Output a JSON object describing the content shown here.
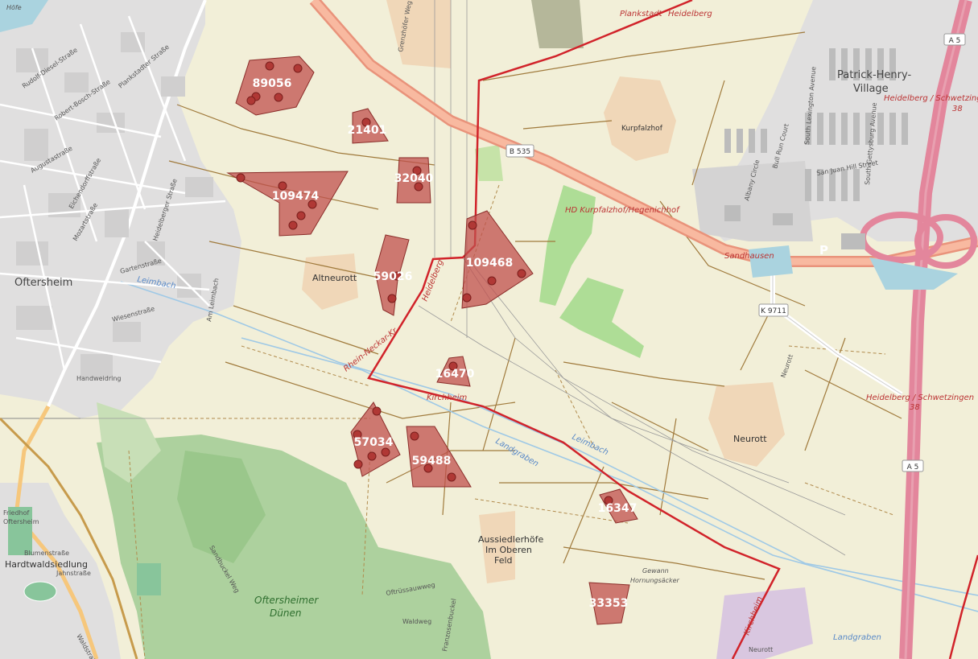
{
  "map": {
    "labels": {
      "oftersheim": "Oftersheim",
      "altneurott": "Altneurott",
      "neurott": "Neurott",
      "patrick_1": "Patrick-Henry-",
      "patrick_2": "Village",
      "aussiedler_1": "Aussiedlerhöfe",
      "aussiedler_2": "Im Oberen",
      "aussiedler_3": "Feld",
      "kurpfalzhof": "Kurpfalzhof",
      "kurpfalzhof_hegenich": "HD Kurpfalzhof/Hegenichhof",
      "sandhausen": "Sandhausen",
      "plankstadt": "Plankstadt",
      "heidelberg_top": "Heidelberg",
      "heidelberg_vertical": "Heidelberg",
      "kirchheim": "Kirchheim",
      "kirchheim2": "Kirchheim",
      "rhein_neckar": "Rhein-Neckar-Kr.",
      "hd_schwetzingen_1": "Heidelberg / Schwetzingen",
      "hd_schwetzingen_1b": "38",
      "hd_schwetzingen_2": "Heidelberg / Schwetzingen",
      "hd_schwetzingen_2b": "38",
      "b535": "B 535",
      "k9711": "K 9711",
      "a5_top": "A 5",
      "a5_bottom": "A 5",
      "leimbach_1": "Leimbach",
      "leimbach_2": "Leimbach",
      "landgraben_1": "Landgraben",
      "landgraben_2": "Landgraben",
      "oftersheimer_1": "Oftersheimer",
      "oftersheimer_2": "Dünen",
      "gewann_1": "Gewann",
      "gewann_2": "Hornungsäcker",
      "hardtwaldsiedlung": "Hardtwaldsiedlung",
      "hofe": "Höfe",
      "friedhof_1": "Friedhof",
      "friedhof_2": "Oftersheim",
      "neurott_small": "Neurott",
      "p_sign": "P"
    },
    "streets": [
      "Rudolf-Diesel-Straße",
      "Robert-Bosch-Straße",
      "Plankstadter Straße",
      "Heidelberger Straße",
      "Augustastraße",
      "Eichendorffstraße",
      "Mozartstraße",
      "Gartenstraße",
      "Wiesenstraße",
      "Handweidring",
      "Blumenstraße",
      "Jahnstraße",
      "Waldweg",
      "Neurott",
      "Albany Circle",
      "Bull Run Court",
      "South Lexington Avenue",
      "South Gettysburg Avenue",
      "San Juan Hill Street",
      "Grenzhöfer Weg",
      "Am Leimbach",
      "Waldstraße",
      "Oftrüssauwweg",
      "Franzosenbuckel",
      "Sandbuckel Weg"
    ],
    "parcels": [
      {
        "id": "89056"
      },
      {
        "id": "21401"
      },
      {
        "id": "109474"
      },
      {
        "id": "32040"
      },
      {
        "id": "109468"
      },
      {
        "id": "59026"
      },
      {
        "id": "16470"
      },
      {
        "id": "57034"
      },
      {
        "id": "59488"
      },
      {
        "id": "16347"
      },
      {
        "id": "33353"
      }
    ]
  }
}
